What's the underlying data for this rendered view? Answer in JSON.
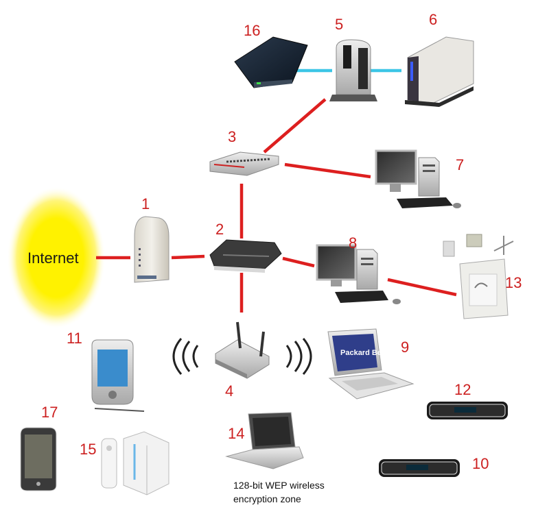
{
  "internet": {
    "label": "Internet"
  },
  "device_numbers": {
    "modem": "1",
    "router": "2",
    "switch": "3",
    "access_point": "4",
    "nas_server": "5",
    "external_drive_6": "6",
    "desktop_7": "7",
    "desktop_8": "8",
    "laptop_9": "9",
    "media_player_10": "10",
    "pda": "11",
    "media_player_12": "12",
    "weather_station": "13",
    "laptop_14": "14",
    "game_console": "15",
    "external_drive_16": "16",
    "smartphone": "17"
  },
  "laptop_brand": "Packard Bell",
  "wireless_zone_note": {
    "line1": "128-bit WEP wireless",
    "line2": "encryption zone"
  },
  "colors": {
    "wired_link": "#dd1f1f",
    "usb_link": "#3cc6e6",
    "number_label": "#cc1f1f",
    "internet_glow": "#fff200"
  }
}
